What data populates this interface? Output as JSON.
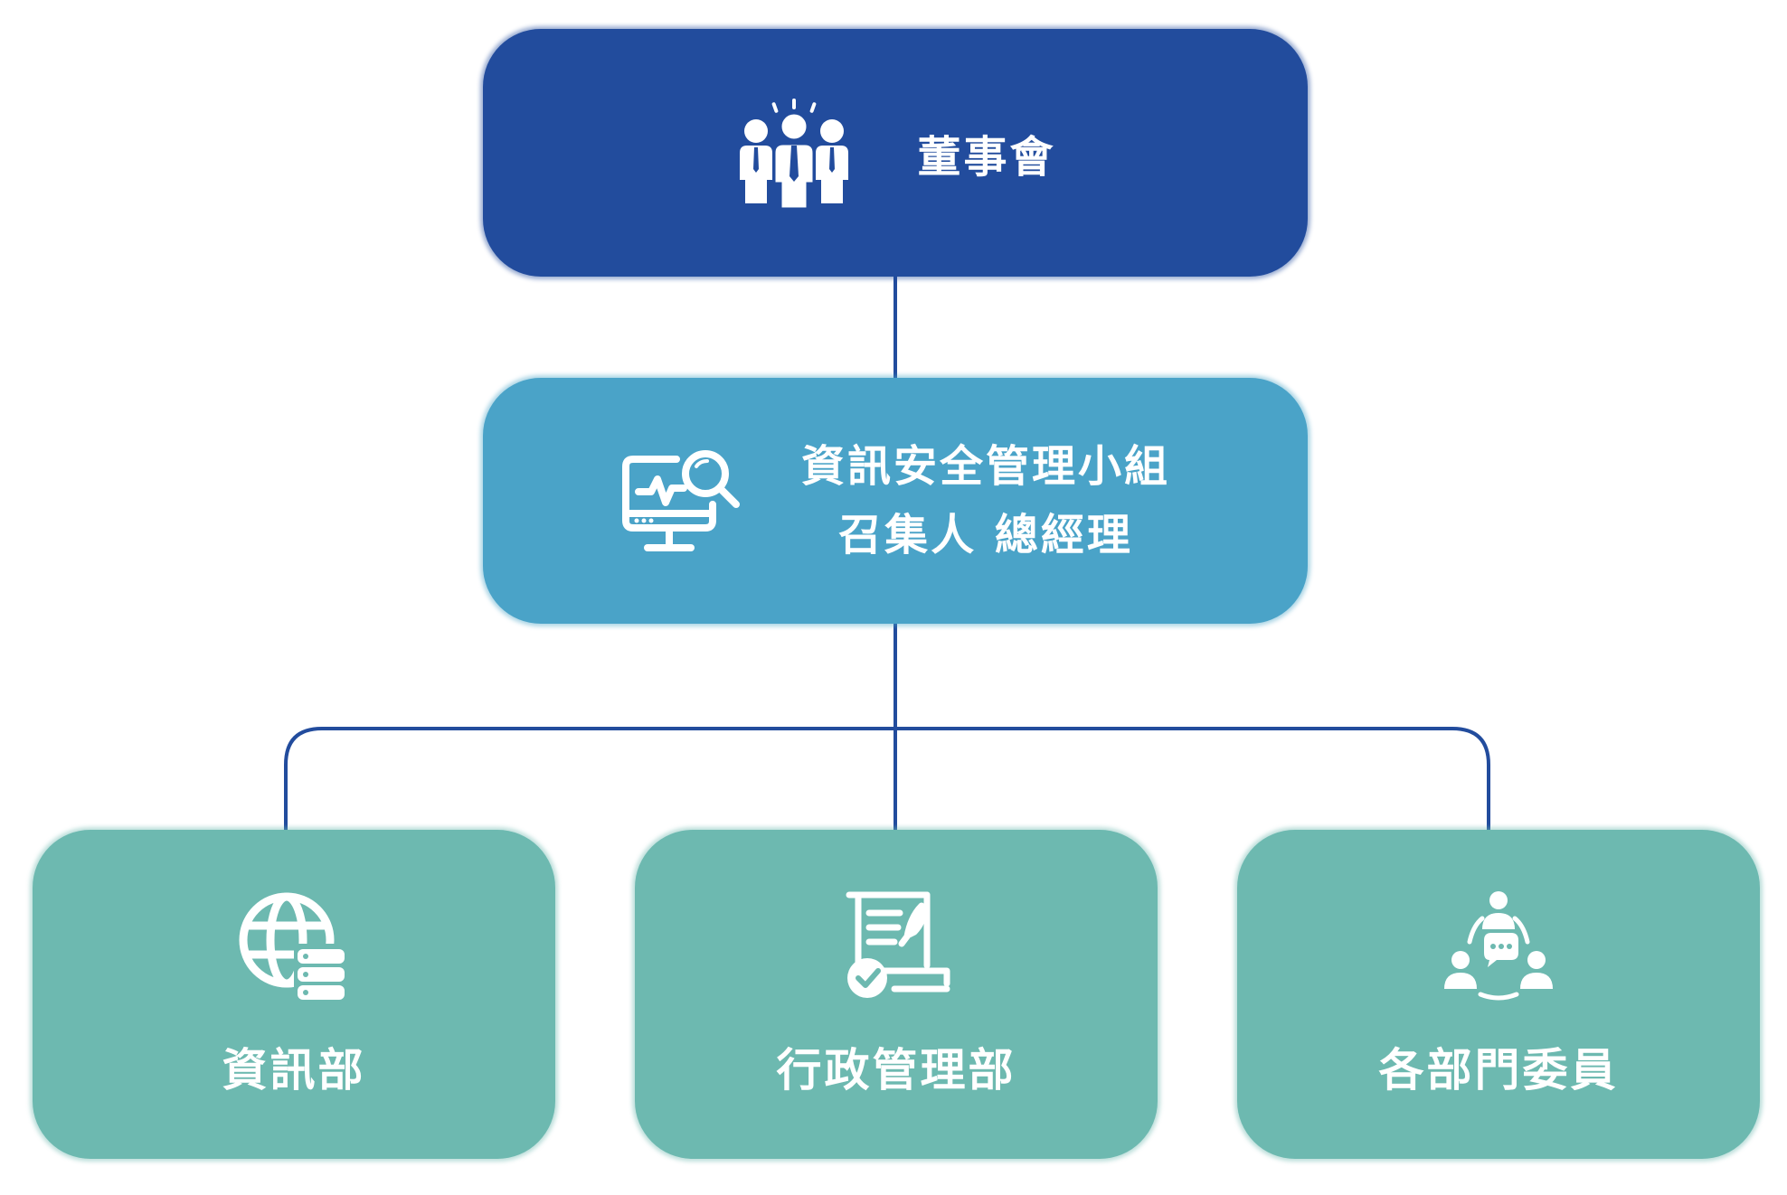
{
  "colors": {
    "board": "#224c9d",
    "group": "#4aa3c8",
    "departments": "#6db9b0",
    "connector": "#224c9d",
    "text": "#ffffff"
  },
  "top": {
    "label": "董事會",
    "icon": "board-members-icon"
  },
  "middle": {
    "line1": "資訊安全管理小組",
    "line2": "召集人 總經理",
    "icon": "monitor-search-icon"
  },
  "departments": [
    {
      "label": "資訊部",
      "icon": "globe-database-icon"
    },
    {
      "label": "行政管理部",
      "icon": "document-approval-icon"
    },
    {
      "label": "各部門委員",
      "icon": "team-communication-icon"
    }
  ]
}
